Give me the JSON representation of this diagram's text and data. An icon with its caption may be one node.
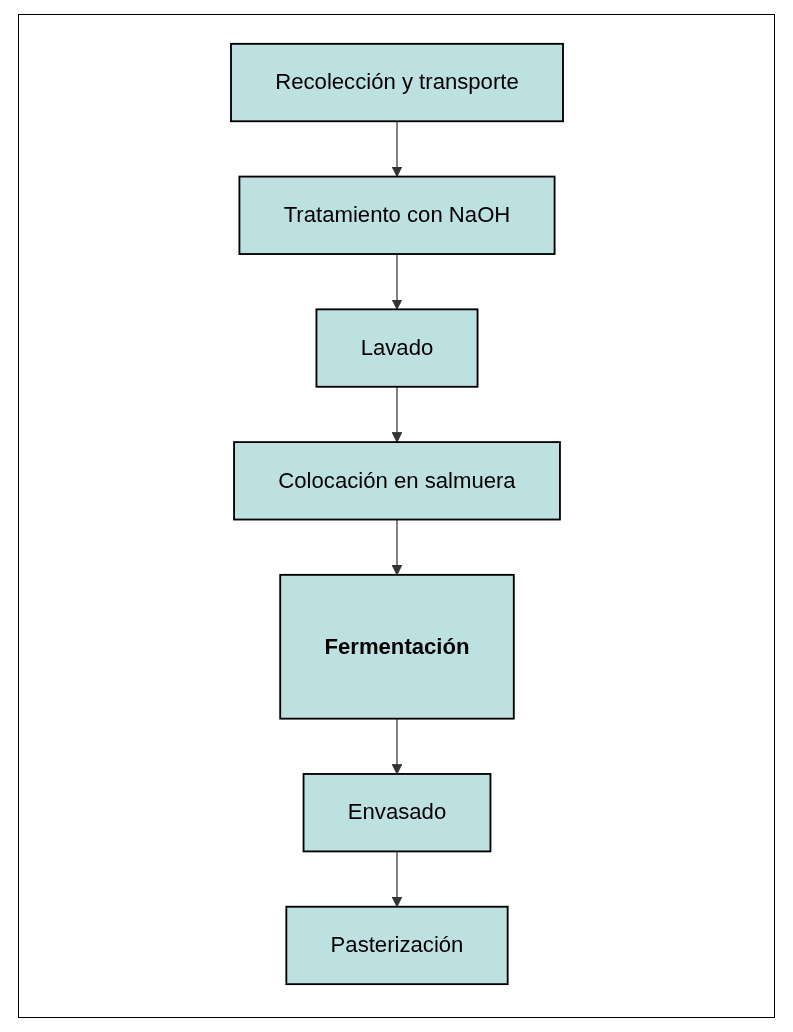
{
  "diagram": {
    "nodes": [
      {
        "text": [
          "Recolección y transporte"
        ]
      },
      {
        "text": [
          "Tratamiento con NaOH"
        ]
      },
      {
        "text": [
          "Lavado"
        ]
      },
      {
        "text": [
          "Colocación en salmuera"
        ]
      },
      {
        "text": [
          "Fermentación"
        ]
      },
      {
        "text": [
          "Envasado"
        ]
      },
      {
        "text": [
          "Pasterización"
        ]
      }
    ],
    "edges": [
      {
        "from": 0,
        "to": 1,
        "arrow": "to"
      },
      {
        "from": 1,
        "to": 2,
        "arrow": "to"
      },
      {
        "from": 2,
        "to": 3,
        "arrow": "to"
      },
      {
        "from": 3,
        "to": 4,
        "arrow": "to"
      },
      {
        "from": 4,
        "to": 5,
        "arrow": "to"
      },
      {
        "from": 5,
        "to": 6,
        "arrow": "to"
      }
    ]
  }
}
